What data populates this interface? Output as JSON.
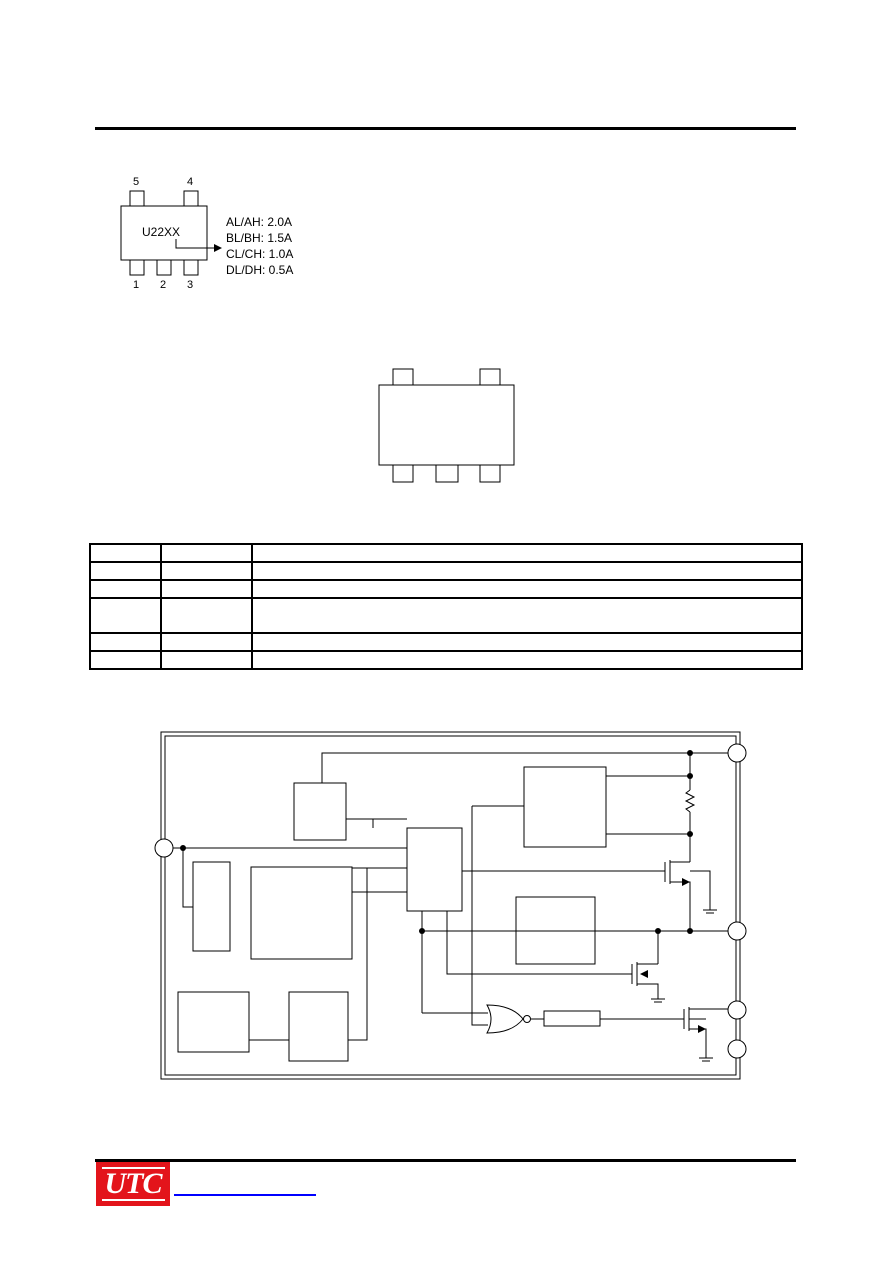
{
  "marking": {
    "pins_top": [
      "5",
      "4"
    ],
    "pins_bottom": [
      "1",
      "2",
      "3"
    ],
    "code": "U22XX",
    "current_options": [
      "AL/AH: 2.0A",
      "BL/BH: 1.5A",
      "CL/CH: 1.0A",
      "DL/DH: 0.5A"
    ]
  },
  "footer": {
    "logo": "UTC"
  }
}
